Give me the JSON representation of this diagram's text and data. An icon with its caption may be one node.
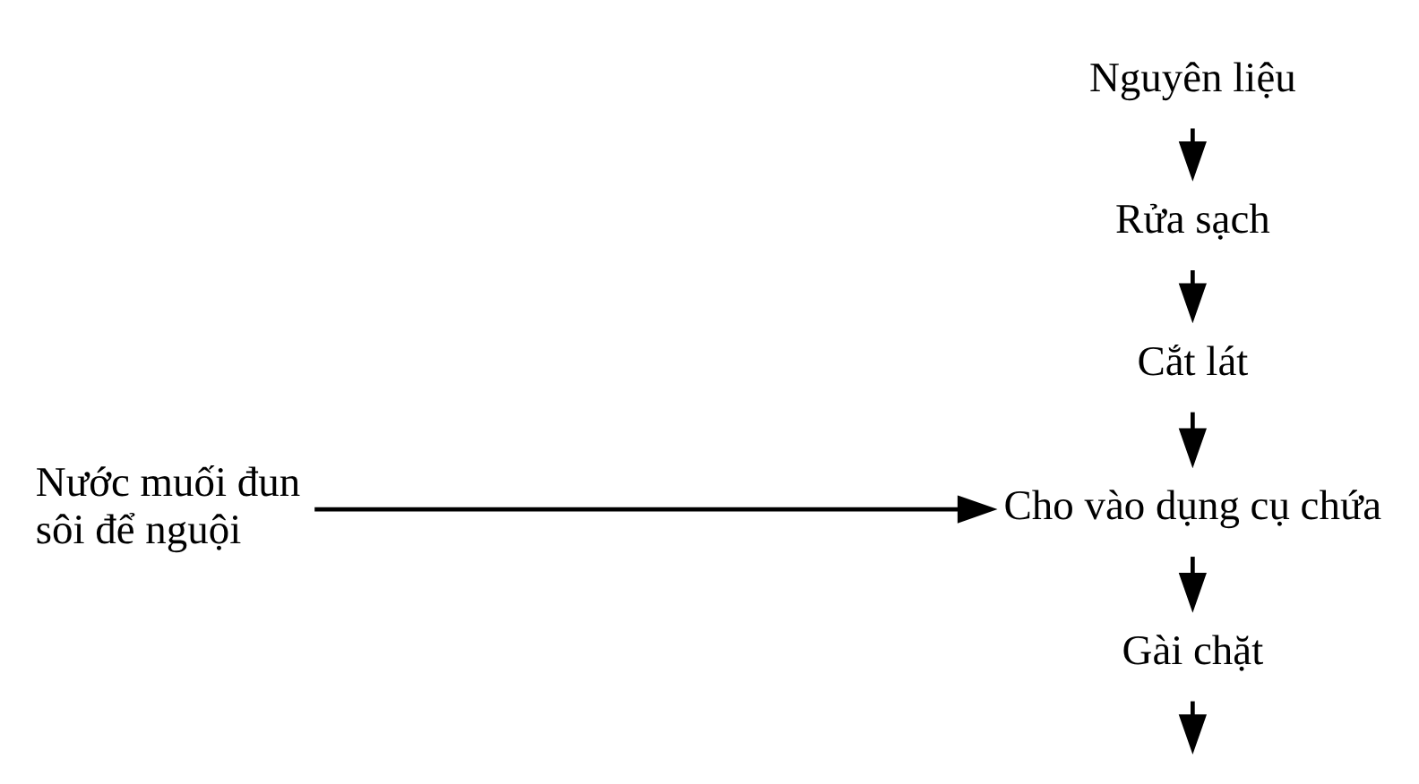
{
  "diagram": {
    "nodes": [
      {
        "text": [
          "Nguyên liệu"
        ]
      },
      {
        "text": [
          "Rửa sạch"
        ]
      },
      {
        "text": [
          "Cắt lát"
        ]
      },
      {
        "text": [
          "Nước muối đun sôi để nguội"
        ]
      },
      {
        "text": [
          "Cho vào dụng cụ chứa"
        ]
      },
      {
        "text": [
          "Gài chặt"
        ]
      }
    ],
    "edges": [
      {
        "from": 0,
        "to": 1,
        "arrow": "to"
      },
      {
        "from": 1,
        "to": 2,
        "arrow": "to"
      },
      {
        "from": 2,
        "to": 4,
        "arrow": "to"
      },
      {
        "from": 3,
        "to": 4,
        "arrow": "to"
      },
      {
        "from": 4,
        "to": 5,
        "arrow": "to"
      },
      {
        "from": 5,
        "to": null,
        "arrow": "to"
      }
    ]
  }
}
